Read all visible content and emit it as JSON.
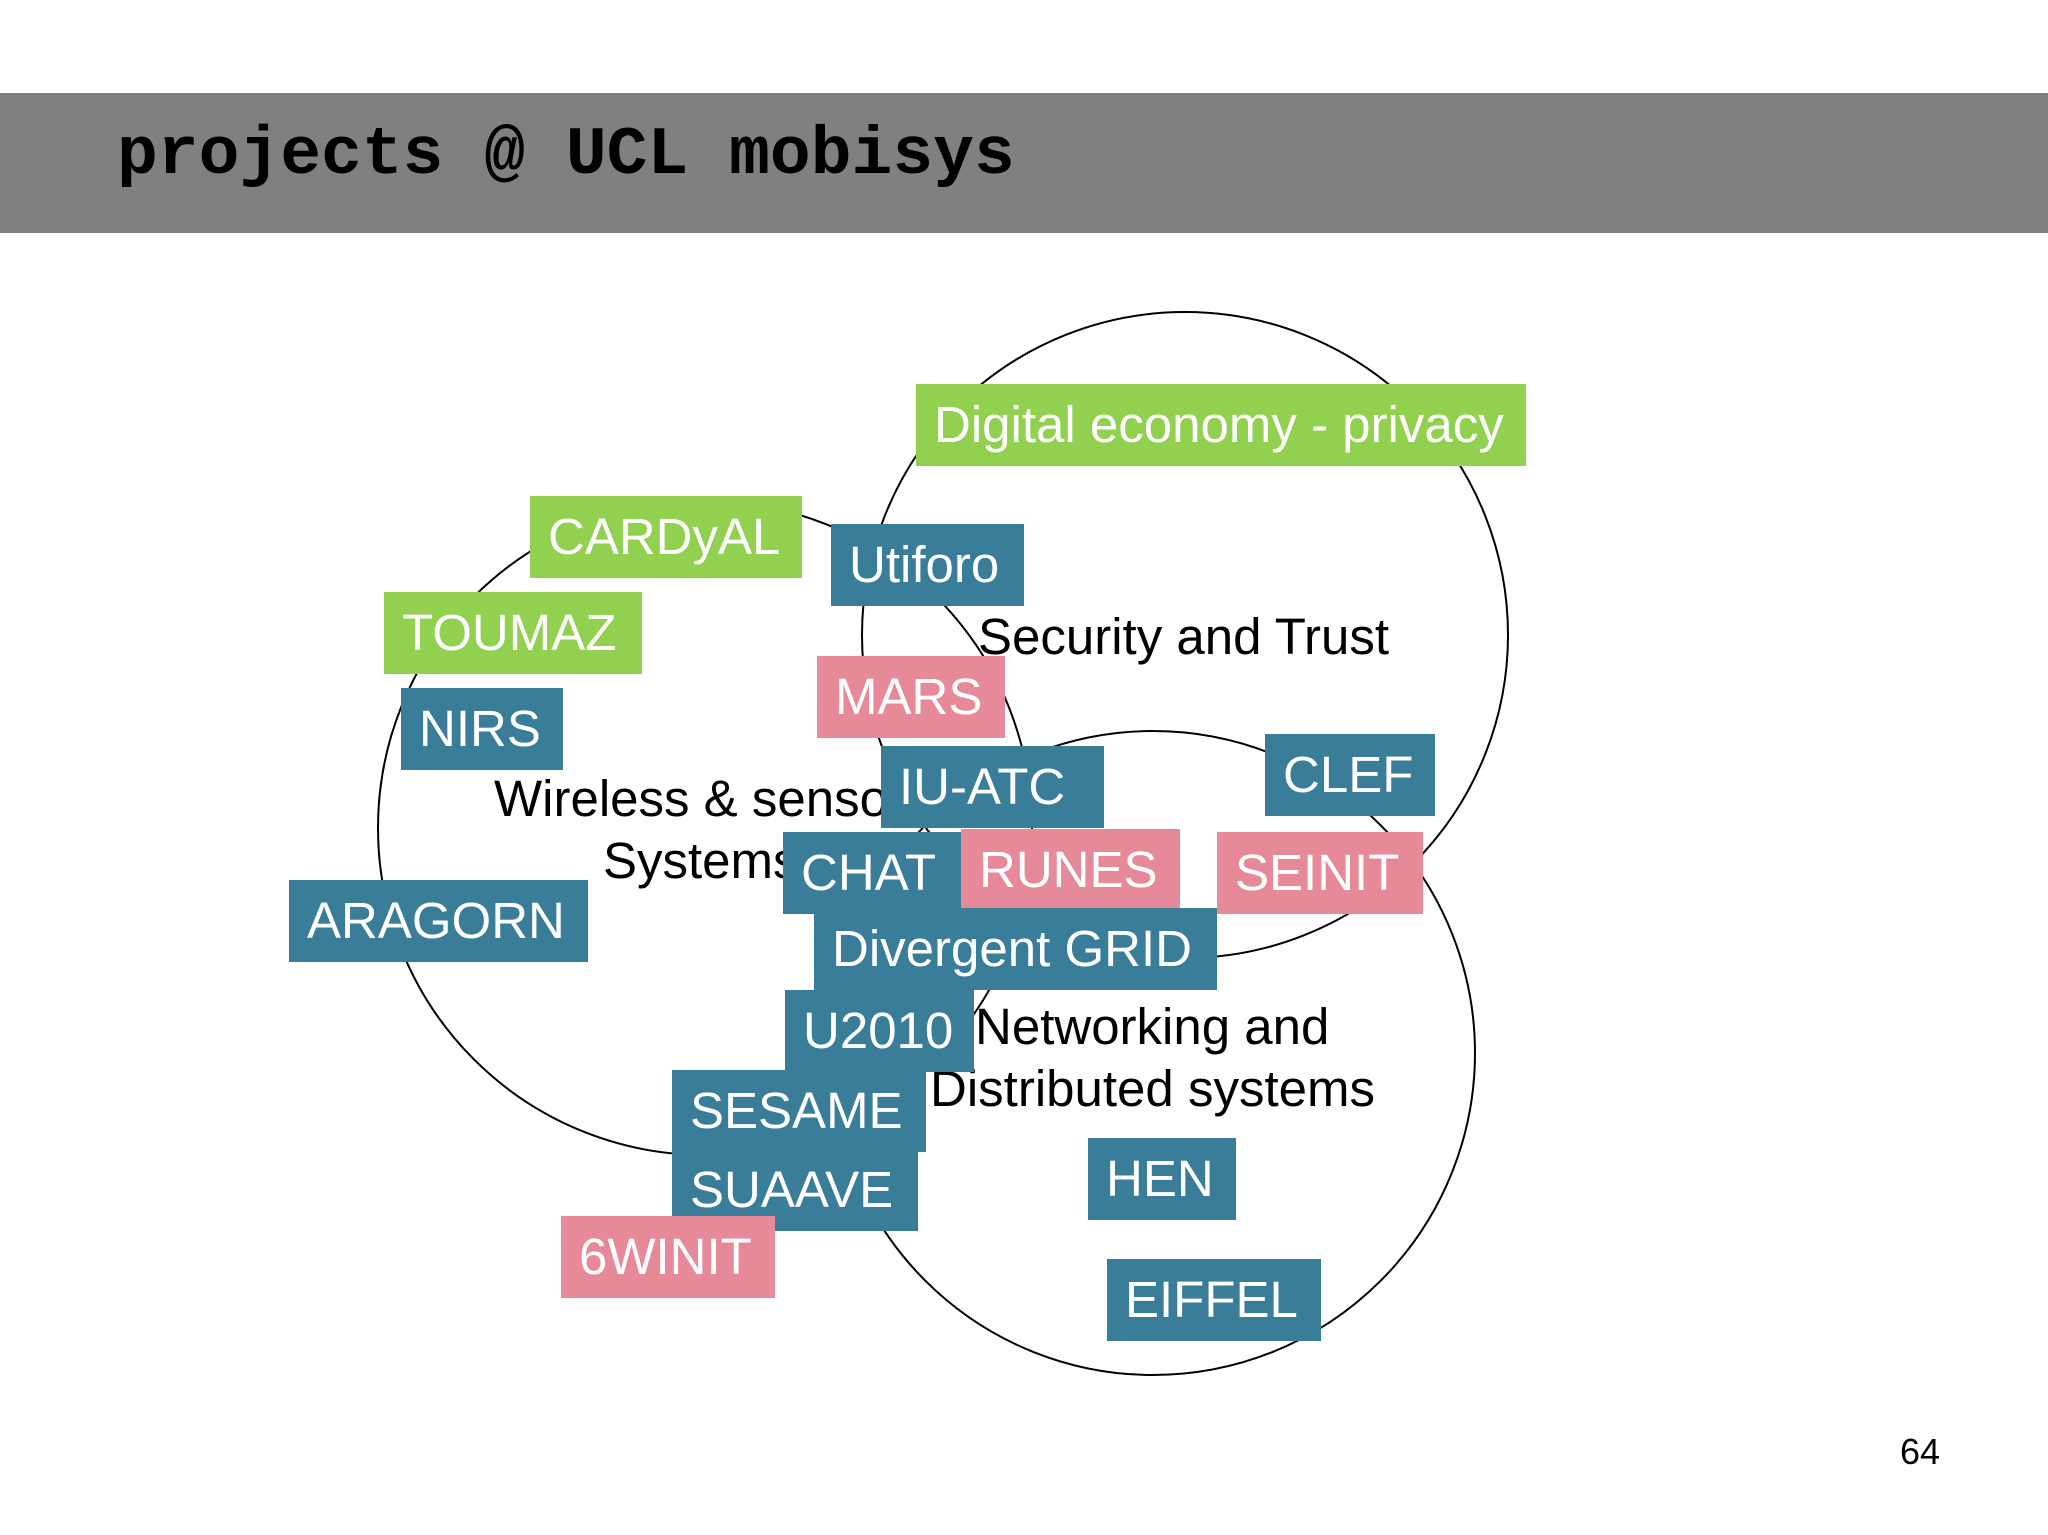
{
  "slide": {
    "title": "projects @ UCL mobisys",
    "page_number": "64"
  },
  "colors": {
    "title_bar": "#808080",
    "teal": "#3a7d99",
    "green": "#92d050",
    "pink": "#e68a9a",
    "circle_stroke": "#000000"
  },
  "circles": {
    "wireless": {
      "label_line1": "Wireless & sensor",
      "label_line2": "Systems"
    },
    "security": {
      "label": "Security and Trust"
    },
    "networking": {
      "label_line1": "Networking and",
      "label_line2": "Distributed systems"
    }
  },
  "projects": {
    "digital_economy": {
      "label": "Digital economy - privacy",
      "color": "green"
    },
    "cardyal": {
      "label": "CARDyAL",
      "color": "green"
    },
    "toumaz": {
      "label": "TOUMAZ",
      "color": "green"
    },
    "utiforo": {
      "label": "Utiforo",
      "color": "teal"
    },
    "mars": {
      "label": "MARS",
      "color": "pink"
    },
    "nirs": {
      "label": "NIRS",
      "color": "teal"
    },
    "iu_atc": {
      "label": "IU-ATC",
      "color": "teal"
    },
    "clef": {
      "label": "CLEF",
      "color": "teal"
    },
    "chat": {
      "label": "CHAT",
      "color": "teal"
    },
    "runes": {
      "label": "RUNES",
      "color": "pink"
    },
    "seinit": {
      "label": "SEINIT",
      "color": "pink"
    },
    "aragorn": {
      "label": "ARAGORN",
      "color": "teal"
    },
    "divergent_grid": {
      "label": "Divergent GRID",
      "color": "teal"
    },
    "u2010": {
      "label": "U2010",
      "color": "teal"
    },
    "sesame": {
      "label": "SESAME",
      "color": "teal"
    },
    "suaave": {
      "label": "SUAAVE",
      "color": "teal"
    },
    "hen": {
      "label": "HEN",
      "color": "teal"
    },
    "6winit": {
      "label": "6WINIT",
      "color": "pink"
    },
    "eiffel": {
      "label": "EIFFEL",
      "color": "teal"
    }
  }
}
